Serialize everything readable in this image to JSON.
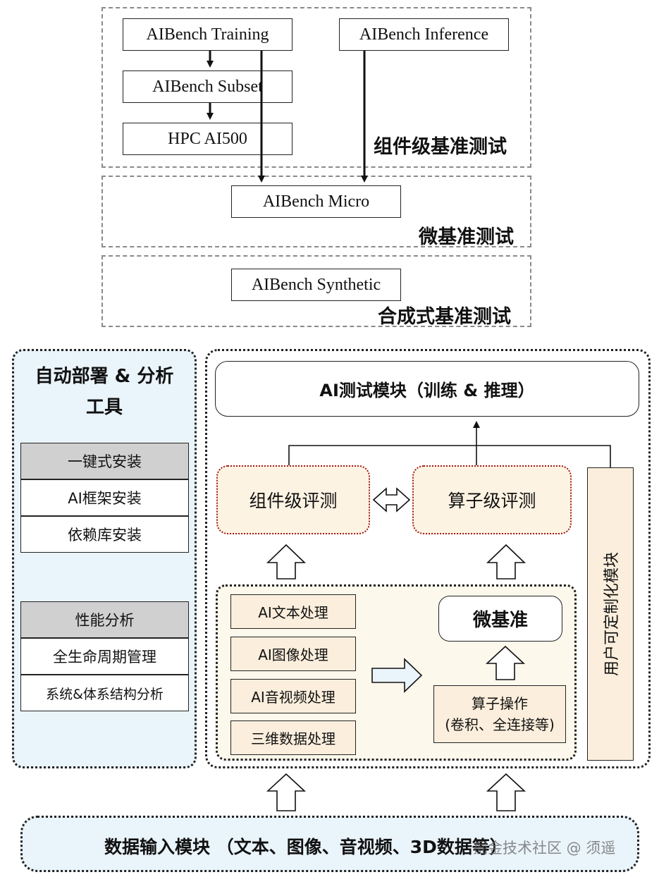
{
  "benchmarks": {
    "training": "AIBench Training",
    "inference": "AIBench Inference",
    "subset": "AIBench Subset",
    "hpc": "HPC AI500",
    "micro": "AIBench Micro",
    "synthetic": "AIBench Synthetic"
  },
  "layers": {
    "component": "组件级基准测试",
    "micro": "微基准测试",
    "synthetic": "合成式基准测试"
  },
  "left_panel": {
    "title_line1": "自动部署 & 分析",
    "title_line2": "工具",
    "group1": {
      "header": "一键式安装",
      "items": [
        "AI框架安装",
        "依赖库安装"
      ]
    },
    "group2": {
      "header": "性能分析",
      "items": [
        "全生命周期管理",
        "系统&体系结构分析"
      ]
    }
  },
  "main": {
    "test_module": "AI测试模块（训练 & 推理）",
    "component_eval": "组件级评测",
    "operator_eval": "算子级评测",
    "customizable": "用户可定制化模块",
    "processing": [
      "AI文本处理",
      "AI图像处理",
      "AI音视频处理",
      "三维数据处理"
    ],
    "micro_benchmark": "微基准",
    "operator_ops_line1": "算子操作",
    "operator_ops_line2": "(卷积、全连接等)"
  },
  "data_input": "数据输入模块 （文本、图像、音视频、3D数据等）",
  "watermark": "掘金技术社区 @ 须遥",
  "colors": {
    "left_panel_bg": "#eaf4fb",
    "table_header_bg": "#d0d0d0",
    "eval_bg": "#fdf3e3",
    "eval_border": "#a01818",
    "processing_bg": "#fbeedc",
    "inner_region_bg": "#fdf8ec"
  }
}
